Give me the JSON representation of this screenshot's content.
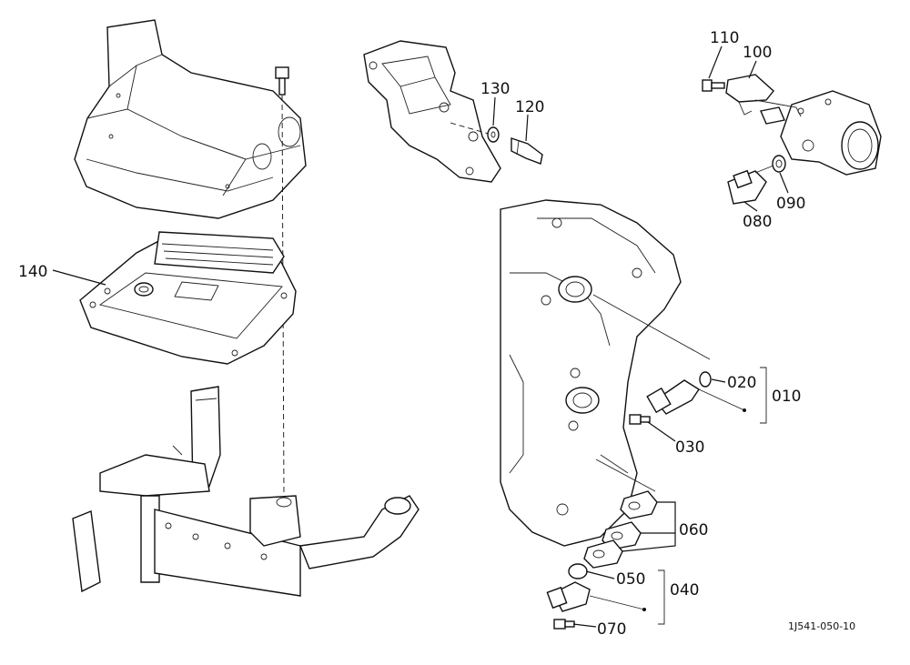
{
  "diagram": {
    "reference_code": "1J541-050-10",
    "callouts": [
      {
        "id": "c140",
        "label": "140"
      },
      {
        "id": "c130",
        "label": "130"
      },
      {
        "id": "c120",
        "label": "120"
      },
      {
        "id": "c110",
        "label": "110"
      },
      {
        "id": "c100",
        "label": "100"
      },
      {
        "id": "c090",
        "label": "090"
      },
      {
        "id": "c080",
        "label": "080"
      },
      {
        "id": "c020",
        "label": "020"
      },
      {
        "id": "c010",
        "label": "010"
      },
      {
        "id": "c030",
        "label": "030"
      },
      {
        "id": "c060",
        "label": "060"
      },
      {
        "id": "c050",
        "label": "050"
      },
      {
        "id": "c040",
        "label": "040"
      },
      {
        "id": "c070",
        "label": "070"
      }
    ]
  }
}
